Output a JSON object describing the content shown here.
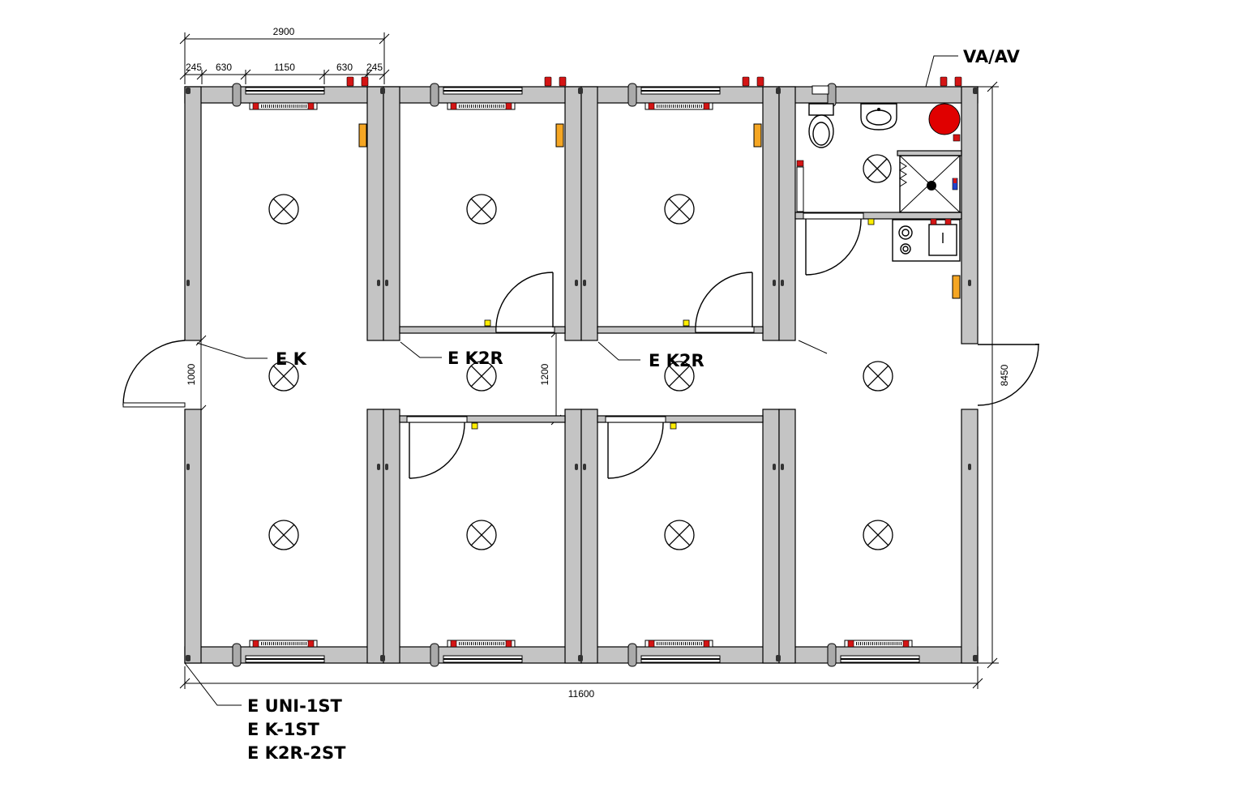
{
  "dimensions": {
    "overall_top": "2900",
    "seg_1": "245",
    "seg_2": "630",
    "seg_3": "1150",
    "seg_4": "630",
    "seg_5": "245",
    "overall_bottom": "11600",
    "right_height": "8450",
    "door_width": "1000",
    "corridor_width": "1200"
  },
  "labels": {
    "va_av": "VA/AV",
    "ek": "E K",
    "ek2r_1": "E K2R",
    "ek2r_2": "E K2R",
    "legend_1": "E UNI-1ST",
    "legend_2": "E K-1ST",
    "legend_3": "E K2R-2ST"
  },
  "colors": {
    "wall": "#c4c4c4",
    "heater_red": "#d41414",
    "boiler_red": "#e00000",
    "switch_yellow": "#ffee00",
    "panel_orange": "#f5a623"
  },
  "icons": [
    "ceiling-light-icon",
    "radiator-icon",
    "toilet-icon",
    "sink-icon",
    "boiler-icon",
    "shower-icon",
    "stove-icon",
    "door-swing-icon"
  ]
}
